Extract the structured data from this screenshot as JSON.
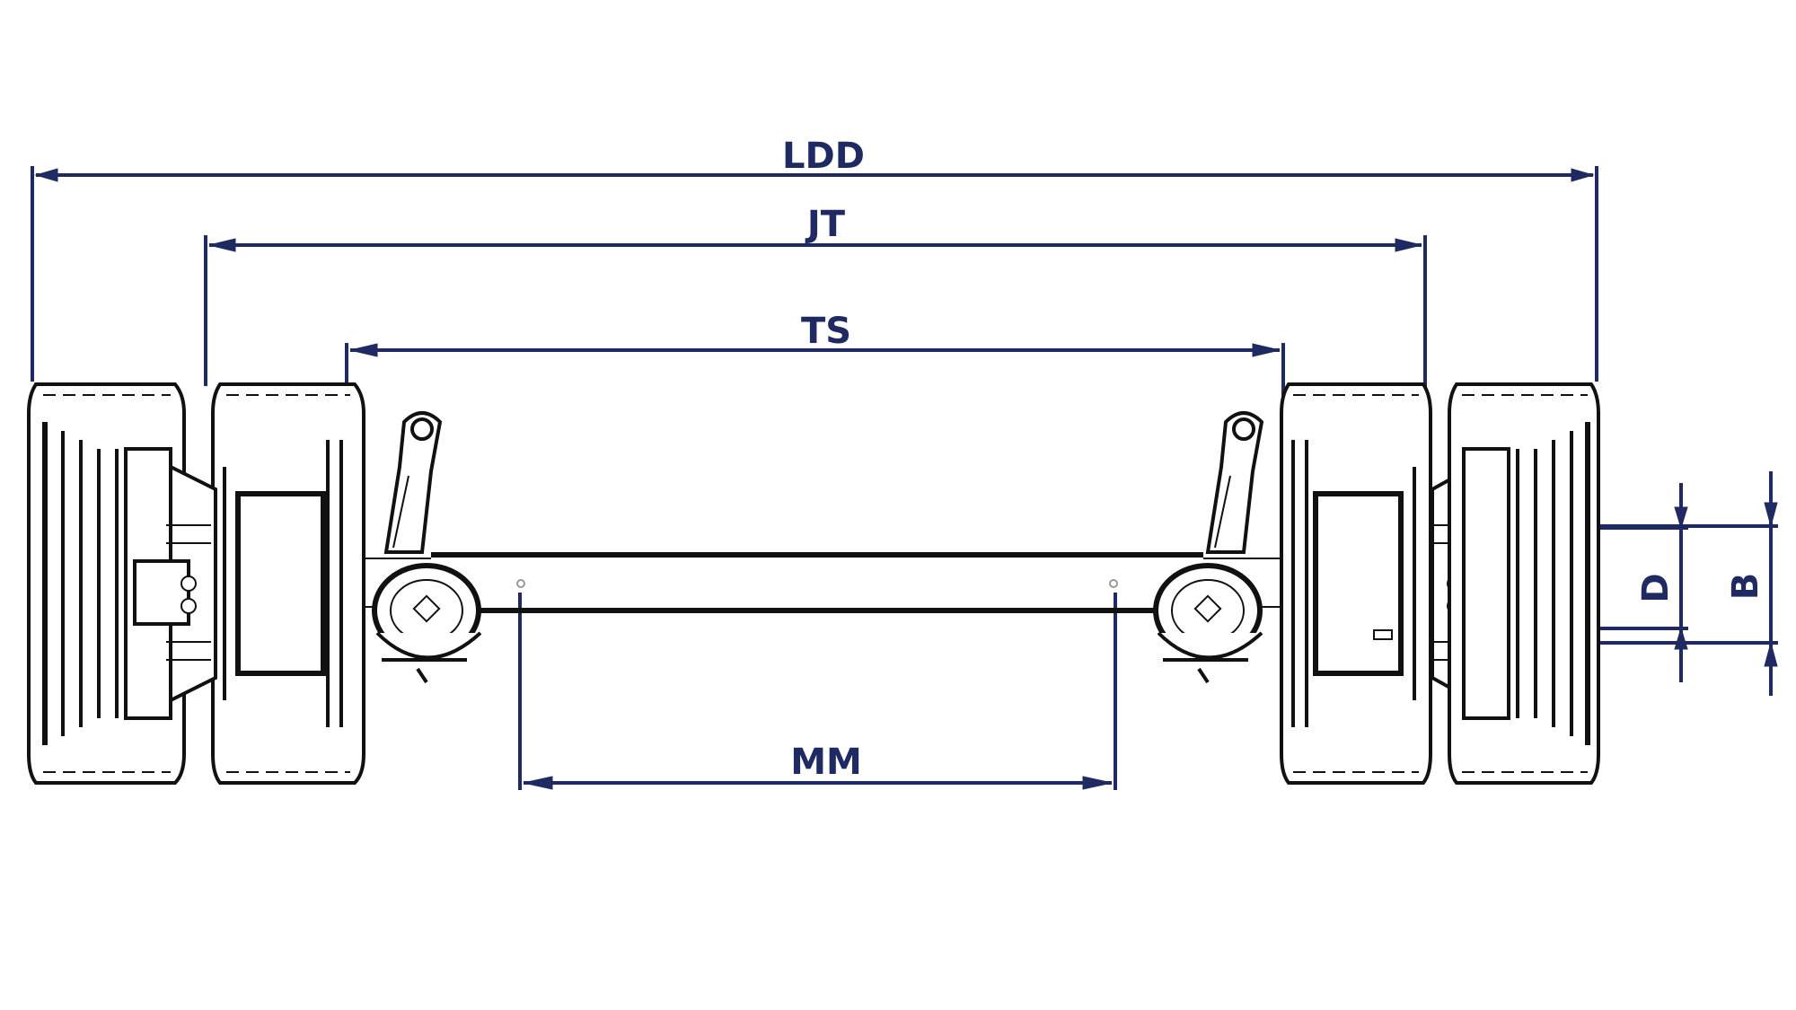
{
  "colors": {
    "dimension": "#1f2a63",
    "drawing": "#111111",
    "background": "#ffffff"
  },
  "labels": {
    "ldd": "LDD",
    "jt": "JT",
    "ts": "TS",
    "mm": "MM",
    "d": "D",
    "b": "B"
  }
}
